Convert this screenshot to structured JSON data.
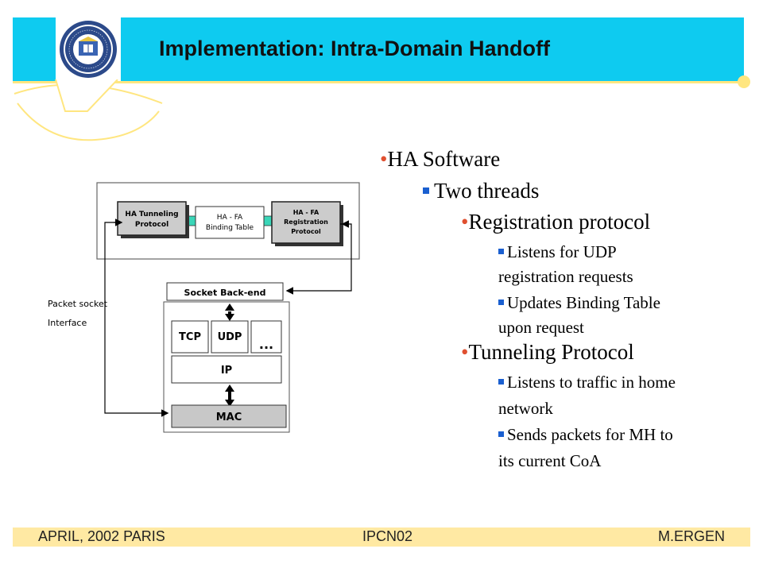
{
  "slide": {
    "title": "Implementation: Intra-Domain Handoff"
  },
  "colors": {
    "header": "#0ecbf0",
    "accent": "#ffe680",
    "footer": "#ffe9a3",
    "bullet_dot": "#e05030",
    "bullet_square": "#1a5fd0"
  },
  "bullets": {
    "ha_software": "HA Software",
    "two_threads": "Two threads",
    "registration_protocol": "Registration protocol",
    "reg_item1_line1": "Listens for UDP",
    "reg_item1_line2": "registration requests",
    "reg_item2_line1": "Updates Binding Table",
    "reg_item2_line2": "upon request",
    "tunneling_protocol": "Tunneling  Protocol",
    "tun_item1_line1": "Listens to traffic in home",
    "tun_item1_line2": "network",
    "tun_item2_line1": "Sends packets for MH to",
    "tun_item2_line2": "its current CoA"
  },
  "diagram": {
    "ha_tunneling_line1": "HA Tunneling",
    "ha_tunneling_line2": "Protocol",
    "binding_line1": "HA - FA",
    "binding_line2": "Binding Table",
    "registration_line1": "HA - FA",
    "registration_line2": "Registration",
    "registration_line3": "Protocol",
    "socket_backend": "Socket Back-end",
    "tcp": "TCP",
    "udp": "UDP",
    "ellipsis": "...",
    "ip": "IP",
    "mac": "MAC",
    "packet_socket_line1": "Packet socket",
    "packet_socket_line2": "Interface"
  },
  "footer": {
    "left": "APRIL, 2002 PARIS",
    "center": "IPCN02",
    "right": "M.ERGEN"
  }
}
